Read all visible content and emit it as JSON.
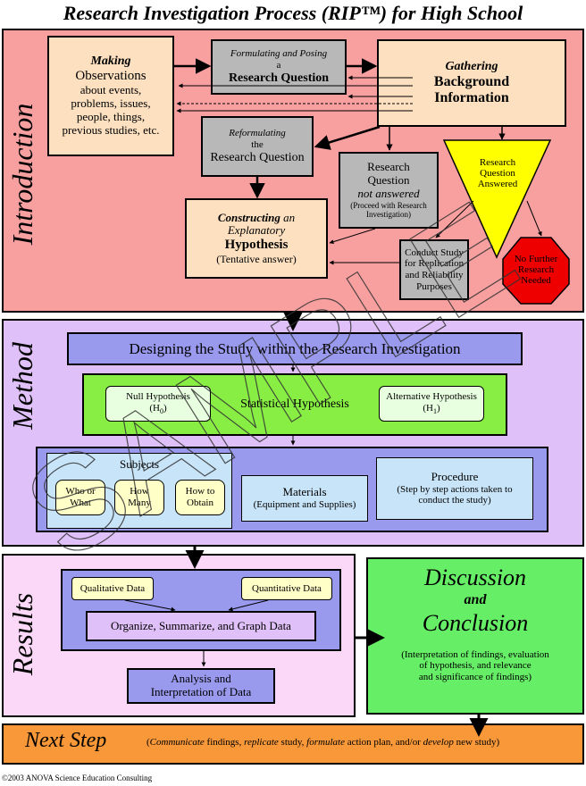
{
  "title": "Research Investigation Process (RIP™) for High School",
  "sections": {
    "introduction": "Introduction",
    "method": "Method",
    "results": "Results",
    "next_step": "Next Step"
  },
  "intro": {
    "observations": {
      "l1": "Making",
      "l2": "Observations",
      "l3": "about events,",
      "l4": "problems, issues,",
      "l5": "people, things,",
      "l6": "previous studies, etc."
    },
    "posing": {
      "l1": "Formulating and Posing",
      "l2": "a",
      "l3": "Research Question"
    },
    "background": {
      "l1": "Gathering",
      "l2": "Background",
      "l3": "Information"
    },
    "reformulating": {
      "l1": "Reformulating",
      "l2": "the",
      "l3": "Research Question"
    },
    "not_answered": {
      "l1": "Research",
      "l2": "Question",
      "l3": "not answered",
      "l4": "(Proceed with Research",
      "l5": "Investigation)"
    },
    "answered": {
      "l1": "Research",
      "l2": "Question",
      "l3": "Answered"
    },
    "hypothesis": {
      "l1": "Constructing",
      "l1b": "an",
      "l2": "Explanatory",
      "l3": "Hypothesis",
      "l4": "(Tentative answer)"
    },
    "replication": {
      "l1": "Conduct Study",
      "l2": "for Replication",
      "l3": "and Reliability",
      "l4": "Purposes"
    },
    "no_further": {
      "l1": "No Further",
      "l2": "Research",
      "l3": "Needed"
    }
  },
  "method": {
    "designing": "Designing the Study within the Research Investigation",
    "statistical": "Statistical Hypothesis",
    "null": {
      "l1": "Null Hypothesis",
      "l2": "(H",
      "sub": "0",
      "l3": ")"
    },
    "alternative": {
      "l1": "Alternative Hypothesis",
      "l2": "(H",
      "sub": "1",
      "l3": ")"
    },
    "subjects": "Subjects",
    "who": {
      "l1": "Who or",
      "l2": "What"
    },
    "how_many": {
      "l1": "How",
      "l2": "Many"
    },
    "how_obtain": {
      "l1": "How to",
      "l2": "Obtain"
    },
    "materials": {
      "l1": "Materials",
      "l2": "(Equipment and Supplies)"
    },
    "procedure": {
      "l1": "Procedure",
      "l2": "(Step by step actions taken to",
      "l3": "conduct the study)"
    }
  },
  "results": {
    "qualitative": "Qualitative Data",
    "quantitative": "Quantitative Data",
    "organize": "Organize, Summarize, and Graph Data",
    "analysis": {
      "l1": "Analysis and",
      "l2": "Interpretation of Data"
    }
  },
  "discussion": {
    "l1": "Discussion",
    "l2": "and",
    "l3": "Conclusion",
    "d1": "(Interpretation of findings, evaluation",
    "d2": "of hypothesis, and relevance",
    "d3": "and significance of findings)"
  },
  "next": {
    "p1": "(",
    "p2": "Communicate",
    "p3": " findings, ",
    "p4": "replicate",
    "p5": " study, ",
    "p6": "formulate",
    "p7": " action plan, and/or ",
    "p8": "develop",
    "p9": " new study)"
  },
  "watermark": "SAMPLE",
  "copyright": "©2003 ANOVA Science Education Consulting",
  "colors": {
    "intro_bg": "#f8a0a0",
    "method_bg": "#e0c0f8",
    "results_bg": "#fcd8f8",
    "discussion_bg": "#66ee66",
    "next_bg": "#f89838",
    "answered_yellow": "#ffff00",
    "stop_red": "#ee0000",
    "stat_green": "#88ee44"
  }
}
